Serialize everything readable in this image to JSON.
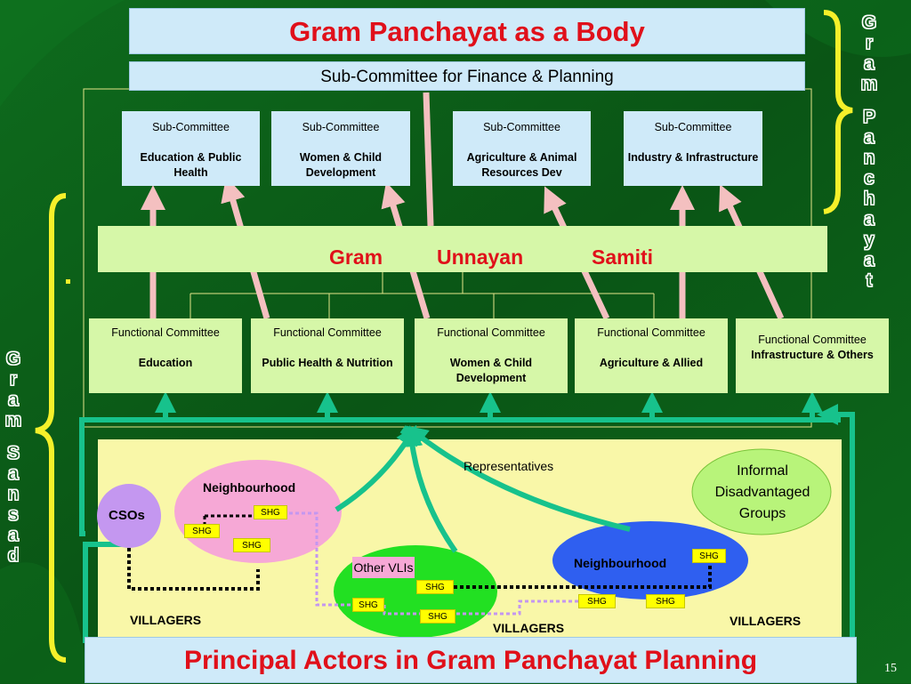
{
  "header": {
    "title": "Gram Panchayat as a Body",
    "finance": "Sub-Committee for Finance & Planning"
  },
  "sub_committees": [
    {
      "type": "Sub-Committee",
      "name": "Education & Public Health"
    },
    {
      "type": "Sub-Committee",
      "name": "Women & Child Development"
    },
    {
      "type": "Sub-Committee",
      "name": "Agriculture & Animal Resources Dev"
    },
    {
      "type": "Sub-Committee",
      "name": "Industry & Infrastructure"
    }
  ],
  "samiti": {
    "w1": "Gram",
    "w2": "Unnayan",
    "w3": "Samiti"
  },
  "functional_committees": [
    {
      "type": "Functional Committee",
      "name": "Education"
    },
    {
      "type": "Functional Committee",
      "name": "Public Health & Nutrition"
    },
    {
      "type": "Functional Committee",
      "name": "Women &  Child Development"
    },
    {
      "type": "Functional Committee",
      "name": "Agriculture & Allied"
    },
    {
      "type": "Functional Committee",
      "name": "Infrastructure & Others"
    }
  ],
  "community": {
    "representatives": "Representatives",
    "informal_groups": "Informal Disadvantaged Groups",
    "neighbourhood": "Neighbourhood",
    "csos": "CSOs",
    "shg": "SHG",
    "other_vlis": "Other VLIs",
    "villagers": "VILLAGERS"
  },
  "side_labels": {
    "gram_panchayat": "Gram Panchayat",
    "gram_sansad": "Gram Sansad"
  },
  "footer": {
    "title": "Principal Actors in Gram Panchayat Planning",
    "page_number": "15"
  },
  "colors": {
    "background": "#0b5a17",
    "title_red": "#e0101a",
    "light_blue": "#cfeaf9",
    "light_green": "#d6f7a8",
    "yellow_area": "#f9f7a8",
    "arrow_pink": "#f4c0c0",
    "arrow_teal": "#17c28c",
    "bracket_yellow": "#f5f02a",
    "pink_ellipse": "#f6a8d6",
    "blue_ellipse": "#2f5ff0",
    "green_ellipse": "#22e022",
    "cso_purple": "#c497f0"
  }
}
